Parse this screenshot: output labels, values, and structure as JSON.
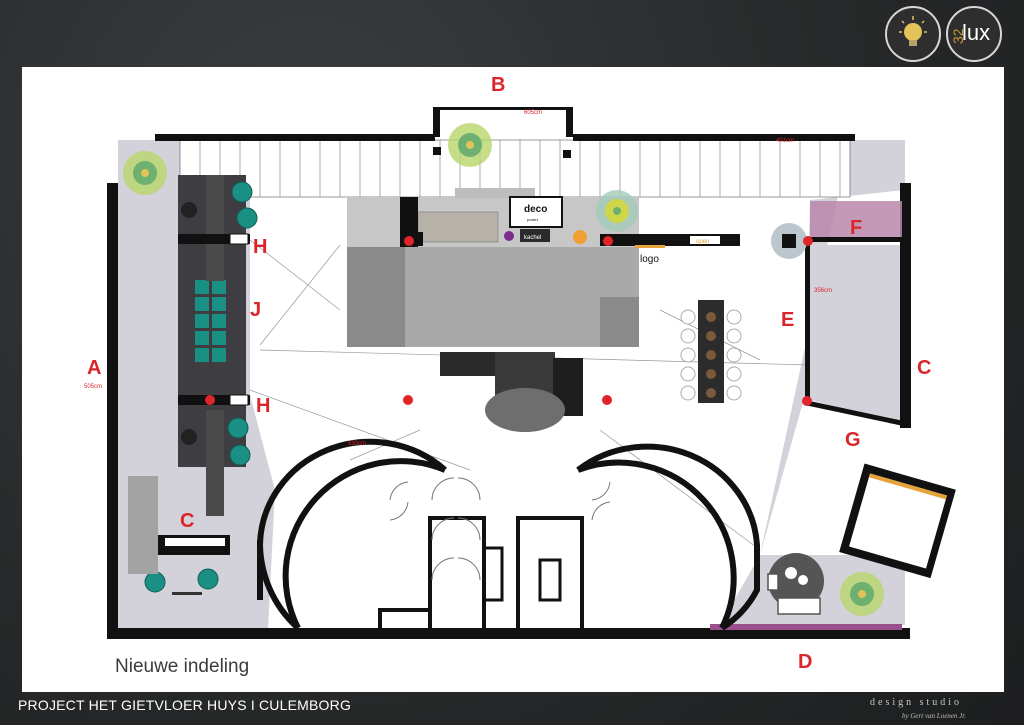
{
  "header": {
    "logo_brand": "lux",
    "logo_number": "32"
  },
  "plan": {
    "caption": "Nieuwe indeling",
    "wall_labels": {
      "A": "A",
      "B": "B",
      "C": "C",
      "D": "D",
      "E": "E",
      "F": "F",
      "G": "G",
      "H": "H",
      "J": "J"
    },
    "dimensions": {
      "top_window": "605cm",
      "top_right": "401cm",
      "left_wall": "505cm",
      "room_e": "356cm",
      "round_room": "530cm"
    },
    "furniture_labels": {
      "deco": "deco",
      "poster": "poster",
      "kachel": "kachel",
      "logo": "logo",
      "open": "open"
    }
  },
  "footer": {
    "project": "PROJECT HET GIETVLOER HUYS  I  CULEMBORG",
    "studio": "design studio",
    "author": "by Gert van Loenen Jr."
  },
  "colors": {
    "wall": "#111111",
    "label_red": "#d9262b",
    "floor_grey": "#d3d1d9",
    "kitchen_grey": "#a8a8a8",
    "accent_teal": "#1a8f83",
    "accent_purple": "#9a4e8c",
    "lamp_yellow": "#cfd64a"
  },
  "icons": [
    "bulb-logo-icon",
    "lux-logo-icon"
  ]
}
